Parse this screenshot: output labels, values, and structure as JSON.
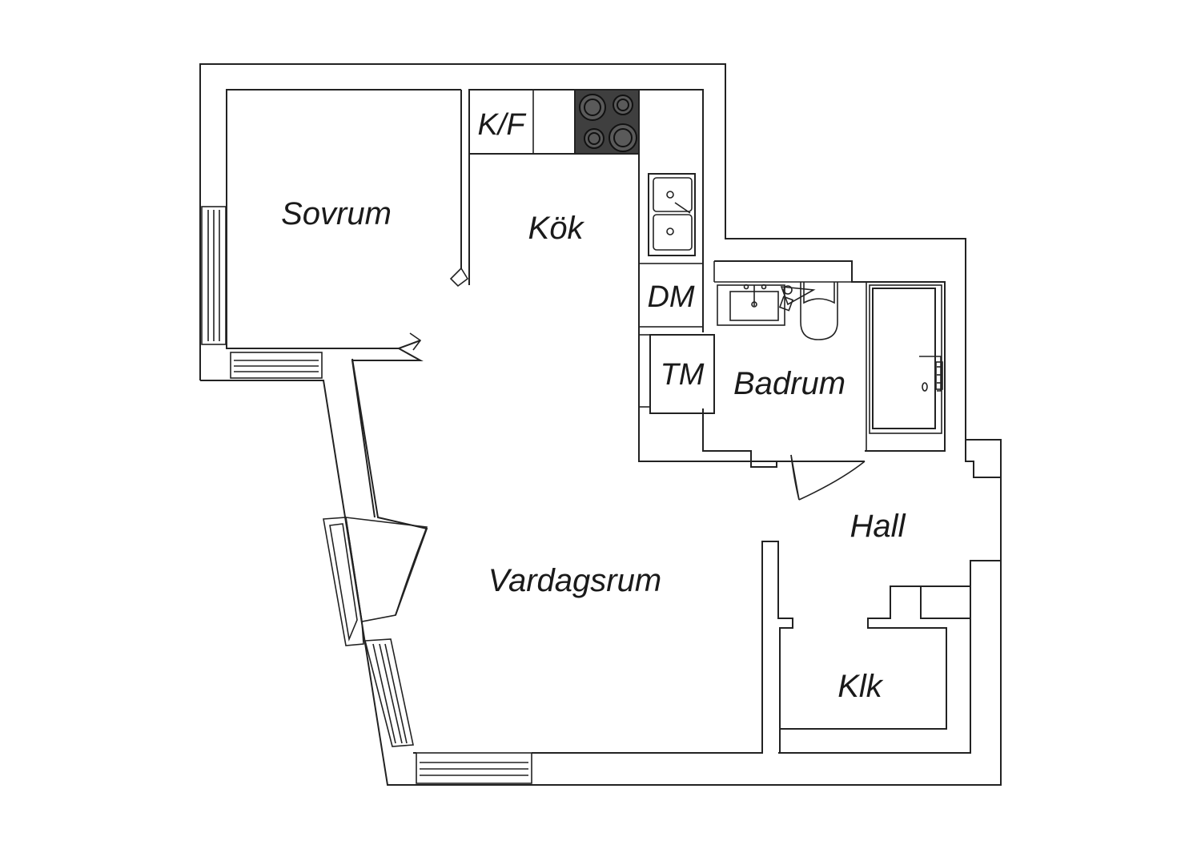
{
  "rooms": {
    "sovrum": "Sovrum",
    "kok": "Kök",
    "badrum": "Badrum",
    "hall": "Hall",
    "vardagsrum": "Vardagsrum",
    "klk": "Klk"
  },
  "fixtures": {
    "fridge_freezer": "K/F",
    "dishwasher": "DM",
    "dryer": "TM"
  },
  "colors": {
    "wall": "#222222",
    "stove": "#3f3f3f",
    "background": "#ffffff"
  }
}
